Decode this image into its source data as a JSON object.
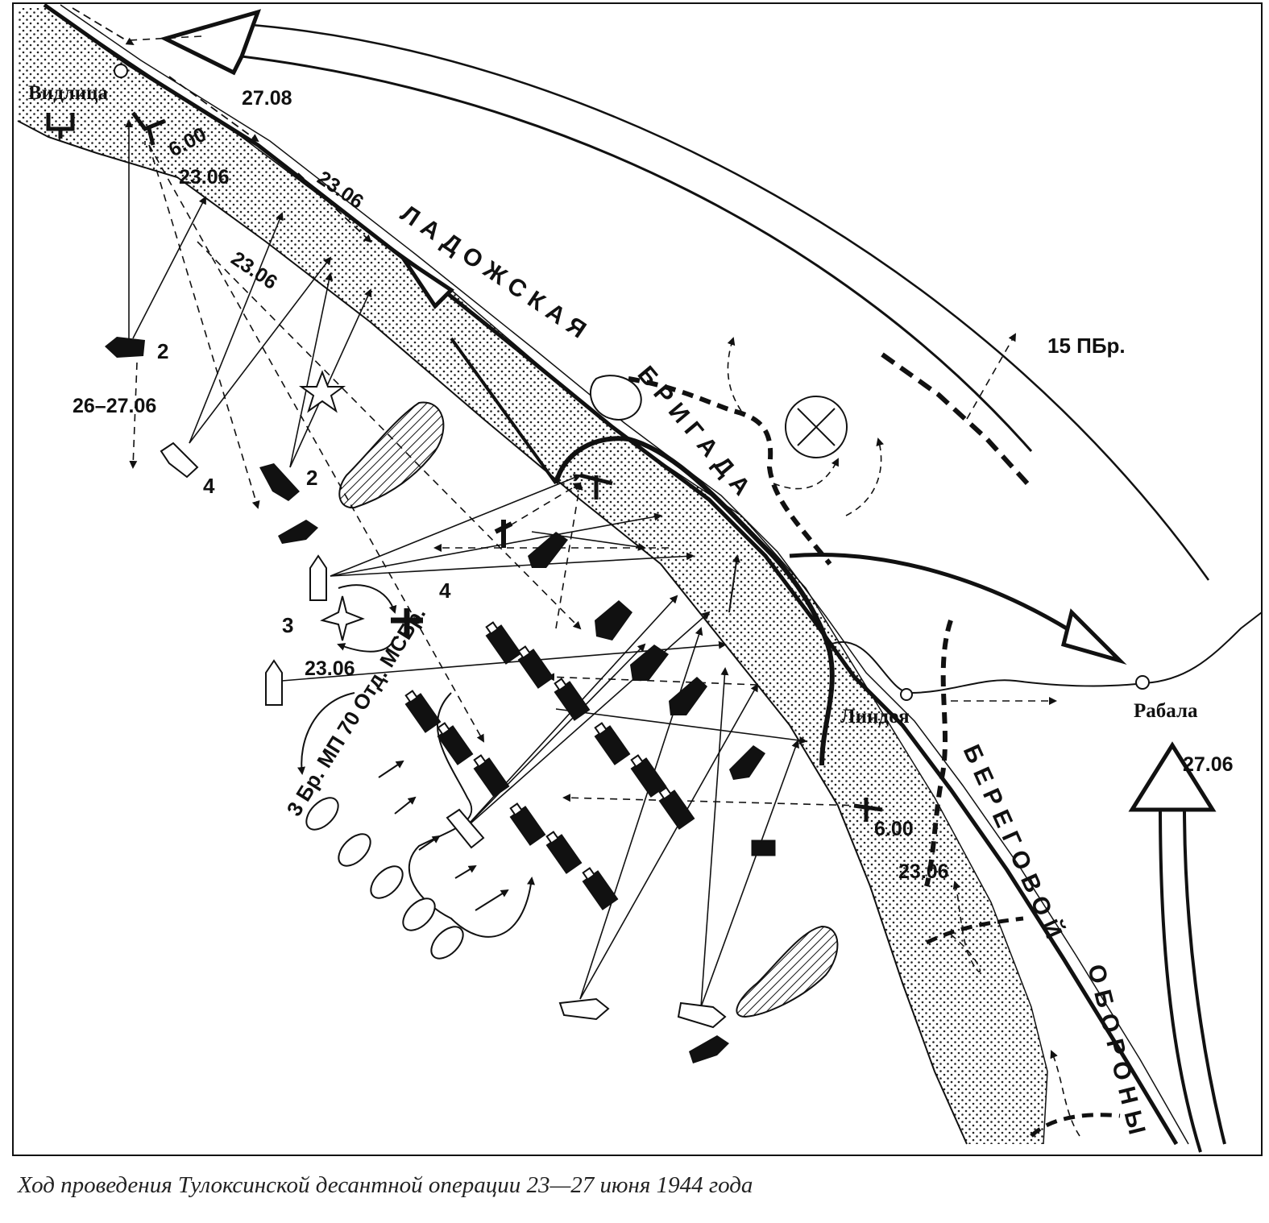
{
  "map": {
    "lake_name": "ЛАДОЖСКАЯ",
    "defence_line": [
      "БРИГАДА",
      "БЕРЕГОВОЙ",
      "ОБОРОНЫ"
    ],
    "places": {
      "vidlitsa": "Видлица",
      "lindoya": "Линдоя",
      "rabala": "Рабала"
    },
    "units": {
      "brigade15": "15 ПБр.",
      "marines": "3 Бр. МП 70 Отд. МСБр."
    },
    "dates": {
      "d2708": "27.08",
      "d2306_a": "23.06",
      "d2306_b": "23.06",
      "d2306_c": "23.06",
      "d2306_d": "23.06",
      "d2306_e": "23.06",
      "d2627": "26–27.06",
      "d2706": "27.06",
      "t600_a": "6.00",
      "t600_b": "6.00"
    },
    "group_numbers": {
      "g2a": "2",
      "g4a": "4",
      "g2b": "2",
      "g4b": "4",
      "g3": "3"
    }
  },
  "caption": "Ход проведения Тулоксинской десантной операции 23—27 июня 1944 года"
}
